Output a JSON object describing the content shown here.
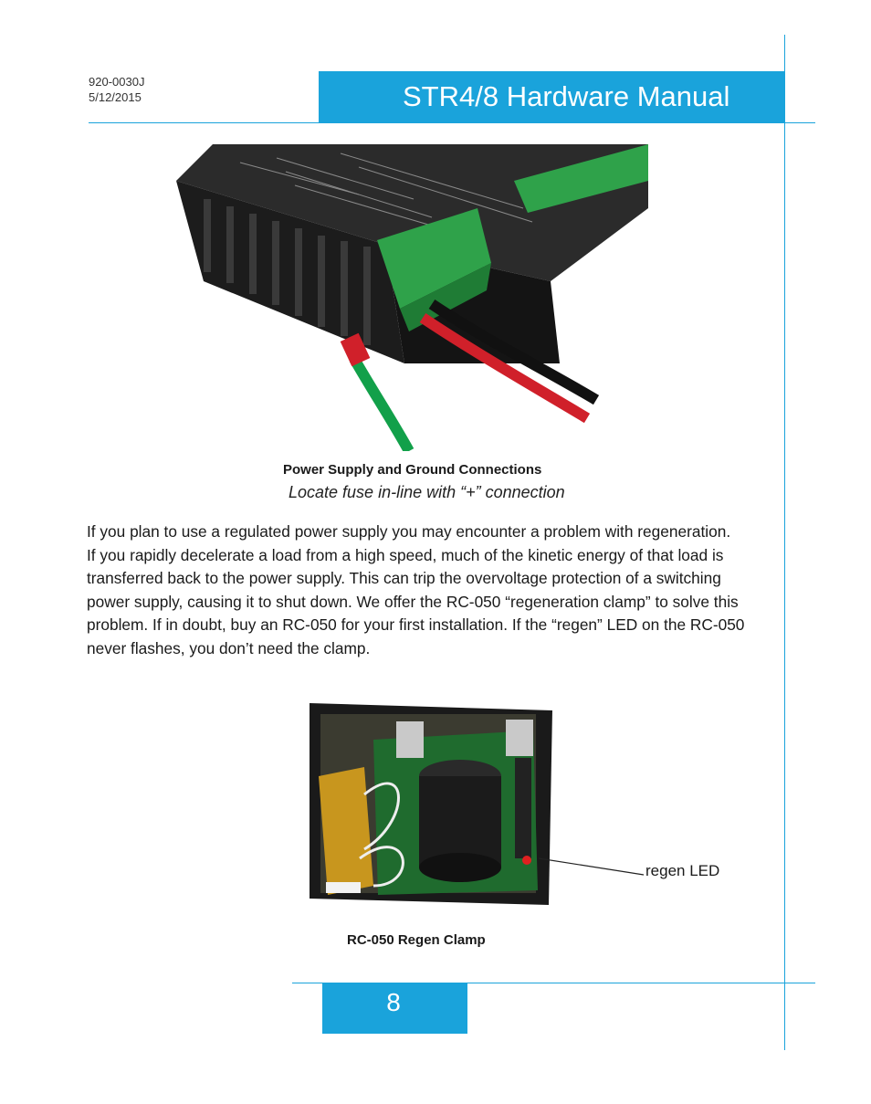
{
  "header": {
    "doc_number": "920-0030J",
    "date": "5/12/2015",
    "title": "STR4/8 Hardware Manual"
  },
  "figure1": {
    "icon": "drive-power-connector-photo",
    "caption_bold": "Power Supply and Ground Connections",
    "caption_italic": "Locate fuse in-line with “+” connection"
  },
  "body": {
    "lines": [
      "If you plan to use a regulated power supply you may encounter a problem with regeneration.",
      "If you rapidly decelerate a load from a high speed, much of the kinetic energy of that load is",
      "transferred back to the power supply.  This can trip the overvoltage protection of a switching",
      "power supply, causing it to shut down.  We offer the RC-050 “regeneration clamp” to solve this",
      "problem.  If in doubt, buy an RC-050 for your first installation.  If the “regen” LED on the RC-050",
      "never flashes, you don’t need the clamp."
    ]
  },
  "figure2": {
    "icon": "regen-clamp-photo",
    "callout": "regen LED",
    "caption_bold": "RC-050 Regen Clamp"
  },
  "footer": {
    "page_number": "8"
  },
  "colors": {
    "accent": "#1aa3db"
  }
}
